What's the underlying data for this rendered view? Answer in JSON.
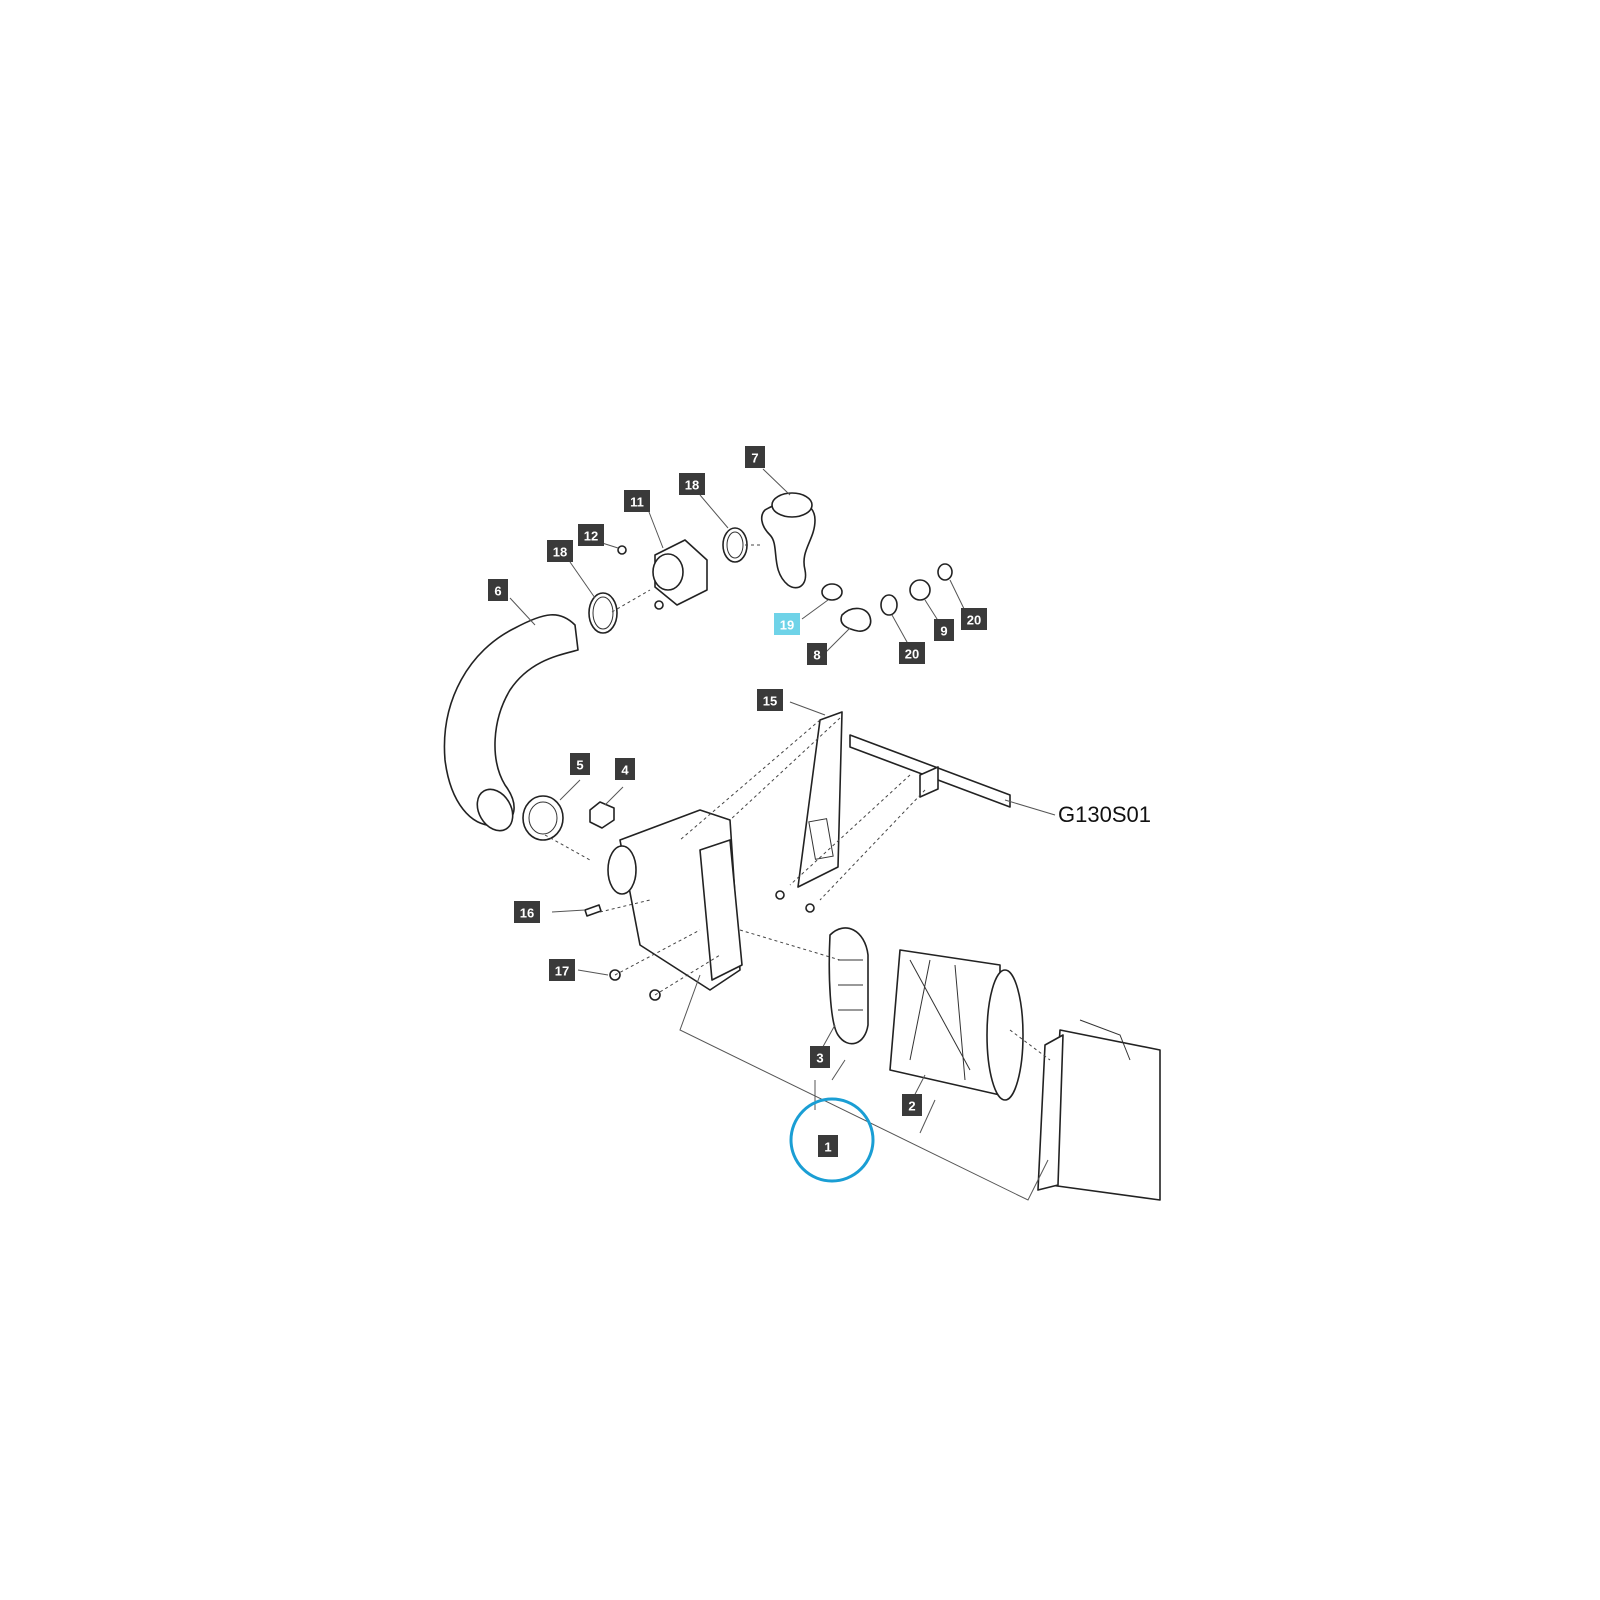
{
  "diagram": {
    "code": "G130S01",
    "callouts": [
      {
        "id": "c7",
        "label": "7"
      },
      {
        "id": "c18a",
        "label": "18"
      },
      {
        "id": "c11",
        "label": "11"
      },
      {
        "id": "c12",
        "label": "12"
      },
      {
        "id": "c18b",
        "label": "18"
      },
      {
        "id": "c6",
        "label": "6"
      },
      {
        "id": "c19",
        "label": "19"
      },
      {
        "id": "c8",
        "label": "8"
      },
      {
        "id": "c20a",
        "label": "20"
      },
      {
        "id": "c9",
        "label": "9"
      },
      {
        "id": "c20b",
        "label": "20"
      },
      {
        "id": "c15",
        "label": "15"
      },
      {
        "id": "c5",
        "label": "5"
      },
      {
        "id": "c4",
        "label": "4"
      },
      {
        "id": "c16",
        "label": "16"
      },
      {
        "id": "c17",
        "label": "17"
      },
      {
        "id": "c3",
        "label": "3"
      },
      {
        "id": "c2",
        "label": "2"
      },
      {
        "id": "c1",
        "label": "1"
      }
    ],
    "highlight_color": "#6fd3e8",
    "circle_color": "#1a9ed4"
  }
}
